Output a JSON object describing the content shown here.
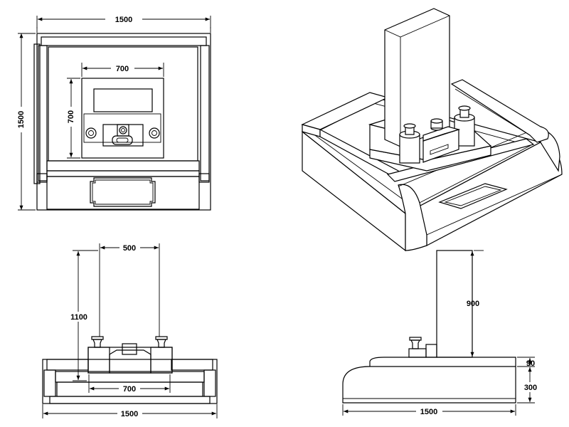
{
  "views": {
    "top": {
      "overall_width": "1500",
      "overall_depth": "1500",
      "inner_width": "700",
      "inner_depth": "700"
    },
    "front": {
      "upright_width": "500",
      "height": "1100",
      "base_inner_width": "700",
      "overall_width": "1500"
    },
    "side": {
      "upright_height": "900",
      "step_height": "90",
      "base_height": "300",
      "overall_width": "1500"
    }
  }
}
